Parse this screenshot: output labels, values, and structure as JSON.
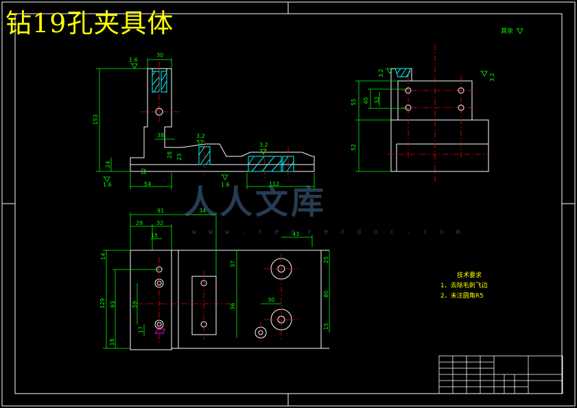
{
  "title": "钻19孔夹具体",
  "surface_finish_note": "其余",
  "tech_requirements": {
    "heading": "技术要求",
    "items": [
      "1、去除毛刺飞边",
      "2、未注圆角R5"
    ]
  },
  "dimensions": {
    "front_view": [
      "1.6",
      "30",
      "153",
      "38",
      "28",
      "23",
      "24",
      "12",
      "54",
      "1.6",
      "3.2",
      "3.2",
      "1.6",
      "112"
    ],
    "side_view": [
      "3.2",
      "3.2",
      "55",
      "40",
      "32",
      "52"
    ],
    "top_view": [
      "91",
      "28",
      "32",
      "34",
      "15",
      "43",
      "14",
      "37",
      "129",
      "93",
      "59",
      "17",
      "18",
      "36",
      "30",
      "25",
      "80",
      "15"
    ]
  },
  "watermark": {
    "text": "人人文库",
    "url": "w w w . r e n r e n d o c . c o m"
  },
  "colors": {
    "background": "#000000",
    "outline": "#ffffff",
    "dimension": "#00ff00",
    "centerline": "#ff0000",
    "hatch": "#00ffff",
    "title": "#ffff00",
    "highlight": "#ff00ff"
  }
}
